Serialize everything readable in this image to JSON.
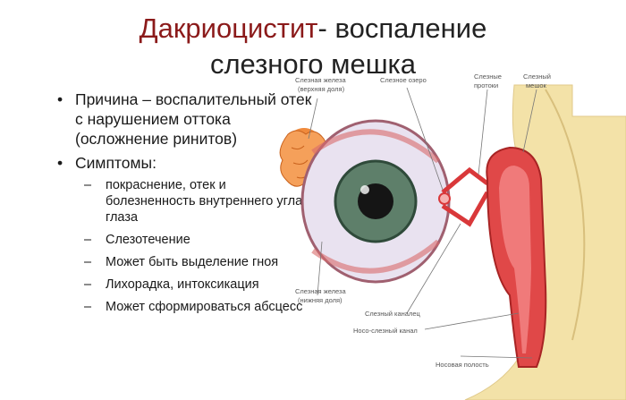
{
  "title": {
    "highlight": "Дакриоцистит",
    "line1_rest": "- воспаление",
    "line2": "слезного мешка"
  },
  "bullets": [
    {
      "text": "Причина – воспалительный отек с нарушением оттока (осложнение ринитов)"
    },
    {
      "text": "Симптомы:"
    }
  ],
  "symptoms": [
    "покраснение, отек и болезненность внутреннего угла глаза",
    "Слезотечение",
    "Может быть выделение гноя",
    "Лихорадка, интоксикация",
    "Может сформироваться абсцесс"
  ],
  "diagram_labels": {
    "gland_upper_1": "Слезная железа",
    "gland_upper_2": "(верхняя доля)",
    "lake": "Слезное озеро",
    "ducts_1": "Слезные",
    "ducts_2": "протоки",
    "sac_1": "Слезный",
    "sac_2": "мешок",
    "gland_lower_1": "Слезная железа",
    "gland_lower_2": "(нижняя доля)",
    "canaliculus": "Слезный каналец",
    "nasolacrimal": "Носо-слезный канал",
    "nasal": "Носовая полость"
  },
  "colors": {
    "title_highlight": "#8b1a1a",
    "gland": "#f08a3c",
    "duct": "#d9383a",
    "bone": "#f3e2a8",
    "iris": "#5e7f6a"
  }
}
